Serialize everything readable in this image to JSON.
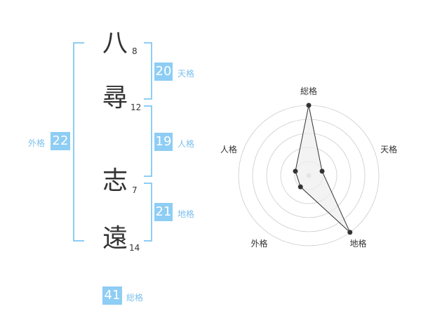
{
  "name": [
    {
      "char": "八",
      "strokes": "8"
    },
    {
      "char": "尋",
      "strokes": "12"
    },
    {
      "char": "志",
      "strokes": "7"
    },
    {
      "char": "遠",
      "strokes": "14"
    }
  ],
  "fortune": {
    "tenkaku": {
      "value": "20",
      "label": "天格"
    },
    "jinkaku": {
      "value": "19",
      "label": "人格"
    },
    "chikaku": {
      "value": "21",
      "label": "地格"
    },
    "gaikaku": {
      "value": "22",
      "label": "外格"
    },
    "soukaku": {
      "value": "41",
      "label": "総格"
    }
  },
  "chart_data": {
    "type": "radar",
    "axes": [
      "総格",
      "天格",
      "地格",
      "外格",
      "人格"
    ],
    "values": [
      5,
      1,
      5,
      1,
      1
    ],
    "range": [
      0,
      5
    ],
    "grid": true,
    "colors": {
      "line": "#333333",
      "fill": "#eeeeee",
      "grid": "#cccccc",
      "center": "#cccccc"
    }
  }
}
